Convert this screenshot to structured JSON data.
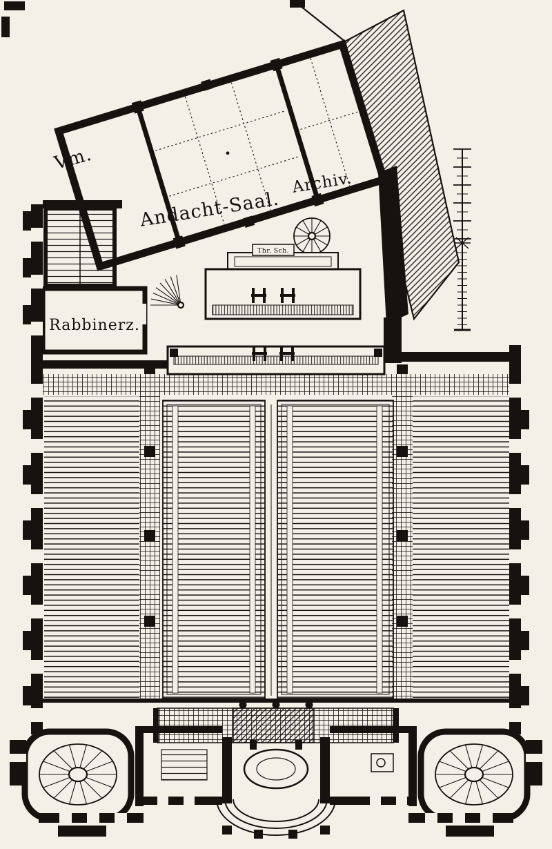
{
  "rooms": {
    "vestibule": "Vm.",
    "prayer_hall": "Andacht-Saal.",
    "archive": "Archiv.",
    "rabbi_room": "Rabbinerz.",
    "ark": "Thr. Sch."
  },
  "colors": {
    "paper": "#f3f0e8",
    "ink": "#16130f"
  }
}
